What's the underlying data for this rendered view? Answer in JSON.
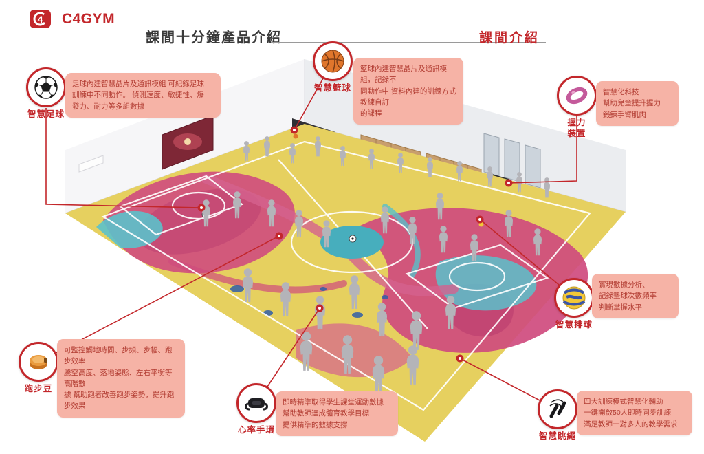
{
  "brand": {
    "name": "C4GYM",
    "registered": "®"
  },
  "header": {
    "title": "課間十分鐘產品介紹",
    "section_link": "課間介紹"
  },
  "colors": {
    "accent": "#c3272b",
    "callout_bg": "#f6b3a6",
    "callout_text": "#b23c32",
    "floor_yellow": "#e6d05f",
    "swirl_magenta": "#cf4b7e",
    "swirl_teal": "#57bfc9"
  },
  "callouts": {
    "soccer": {
      "icon": "soccer-ball-icon",
      "label": "智慧足球",
      "text": "足球內建智慧晶片及通訊模組 可紀錄足球\n訓練中不同動作。 偵測速度、敏捷性、爆\n發力、耐力等多組數據"
    },
    "basketball": {
      "icon": "basketball-icon",
      "label": "智慧籃球",
      "text": "籃球內建智慧晶片及通訊模組，記錄不\n同動作中 資料內建的訓練方式教練自訂\n的課程"
    },
    "grip": {
      "icon": "grip-ring-icon",
      "label": "握力\n裝置",
      "text": "智慧化科技\n幫助兒童提升握力\n鍛鍊手臂肌肉"
    },
    "volleyball": {
      "icon": "volleyball-icon",
      "label": "智慧排球",
      "text": "實現數據分析、\n記錄墊球次數頻率\n判斷掌握水平"
    },
    "runpod": {
      "icon": "run-pod-icon",
      "label": "跑步豆",
      "text": "可監控觸地時間、步頻、步幅、跑步效率\n騰空高度、落地姿態、左右平衡等高階數\n據 幫助跑者改善跑步姿勢，提升跑步效果"
    },
    "heartband": {
      "icon": "heart-band-icon",
      "label": "心率手環",
      "text": "即時精準取得學生課堂運動數據\n幫助教師達成體育教學目標\n提供精準的數據支撐"
    },
    "jumprope": {
      "icon": "jump-rope-icon",
      "label": "智慧跳繩",
      "text": "四大訓練模式智慧化輔助\n一鍵開啟50人即時同步訓練\n滿足教師一對多人的教學需求"
    }
  }
}
